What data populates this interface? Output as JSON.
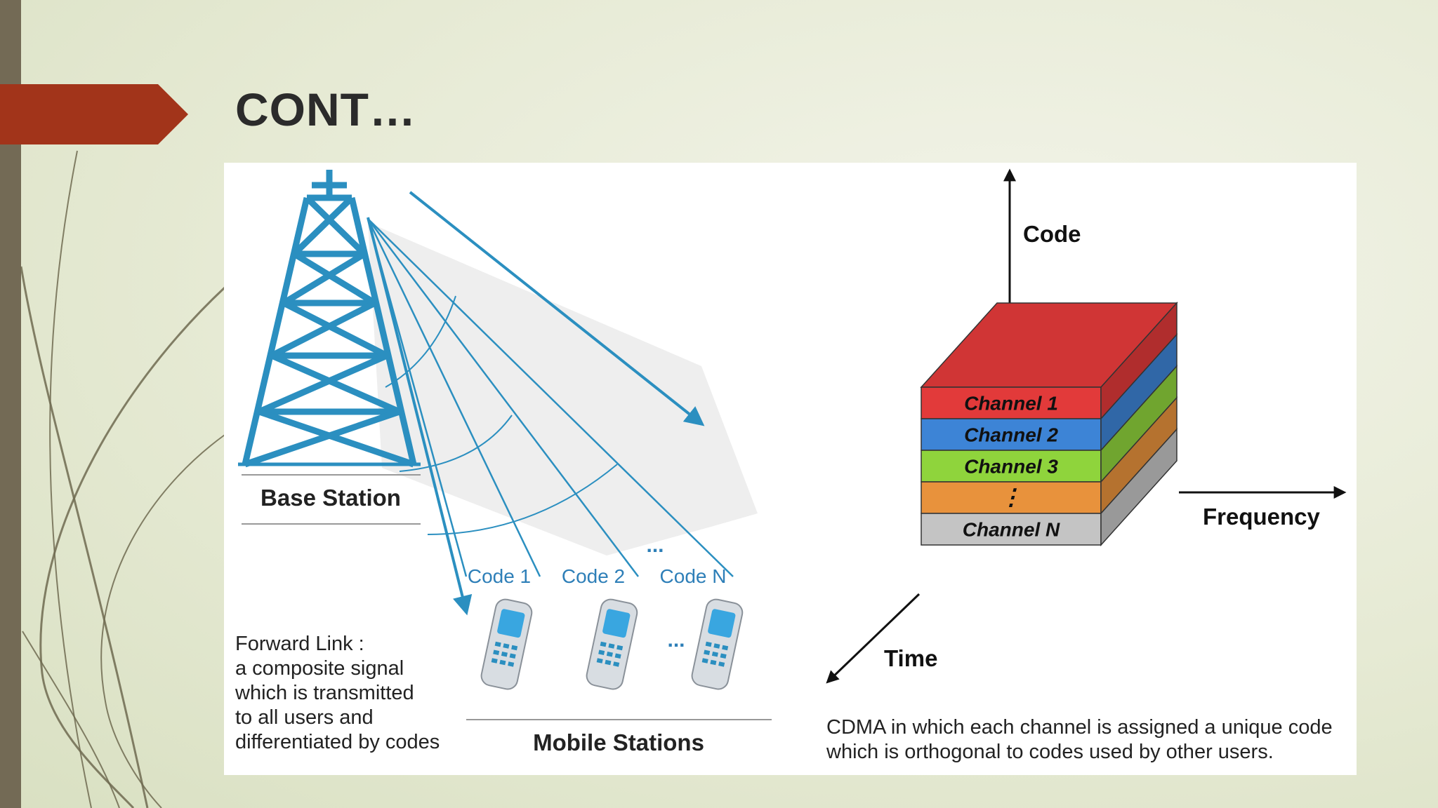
{
  "slide": {
    "title": "CONT…",
    "accent_color": "#a2341a",
    "sidebar_color": "#736a55"
  },
  "forward_link": {
    "base_station_label": "Base Station",
    "code_labels": [
      "Code 1",
      "Code 2",
      "Code N"
    ],
    "code_ellipsis": "...",
    "phone_ellipsis": "...",
    "mobile_stations_label": "Mobile Stations",
    "caption_lines": [
      "Forward Link :",
      "a composite signal",
      "which is transmitted",
      "to all users and",
      "differentiated by codes"
    ],
    "tower_color": "#2b8fc0",
    "code_color": "#2e7fb8"
  },
  "cdma_cube": {
    "axis_labels": {
      "vertical": "Code",
      "horizontal": "Frequency",
      "depth": "Time"
    },
    "layers": [
      {
        "label": "Channel 1",
        "color": "#e23a3a"
      },
      {
        "label": "Channel 2",
        "color": "#3d84d6"
      },
      {
        "label": "Channel 3",
        "color": "#8fd43c"
      },
      {
        "label": "⋮",
        "color": "#e8923c"
      },
      {
        "label": "Channel N",
        "color": "#c4c4c4"
      }
    ],
    "caption_lines": [
      "CDMA in which each channel is assigned a unique code",
      "which is orthogonal to codes used by other users."
    ]
  }
}
